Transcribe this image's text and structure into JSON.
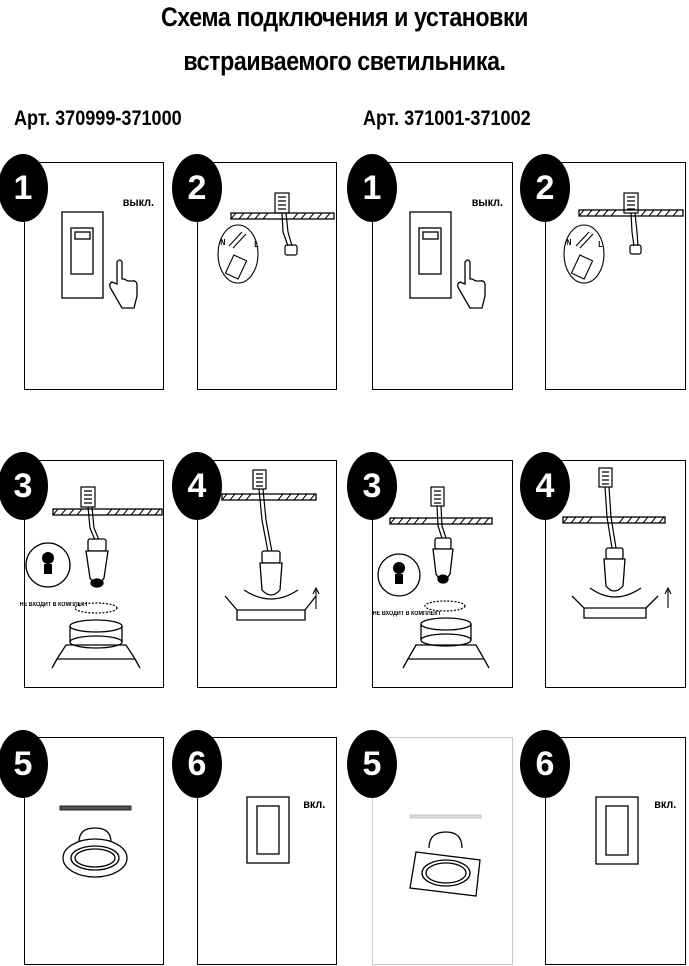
{
  "title": {
    "line1": "Схема подключения и установки",
    "line2": "встраиваемого светильника."
  },
  "columns": [
    {
      "article": "Арт. 370999-371000"
    },
    {
      "article": "Арт. 371001-371002"
    }
  ],
  "steps": {
    "s1": "1",
    "s2": "2",
    "s3": "3",
    "s4": "4",
    "s5": "5",
    "s6": "6"
  },
  "labels": {
    "off": "выкл.",
    "on": "вкл.",
    "neutral": "N",
    "live": "L",
    "not_included": "НЕ ВХОДИТ В КОМПЛЕКТ"
  },
  "icons": {
    "switch": "wall-switch-icon",
    "hand": "pointing-hand-icon",
    "terminal": "terminal-block-icon",
    "bulb": "bulb-icon",
    "lamp": "lamp-socket-icon",
    "ceiling": "ceiling-icon",
    "arrow": "arrow-up-icon",
    "round_fixture": "round-fixture-icon",
    "square_fixture": "square-fixture-icon"
  }
}
